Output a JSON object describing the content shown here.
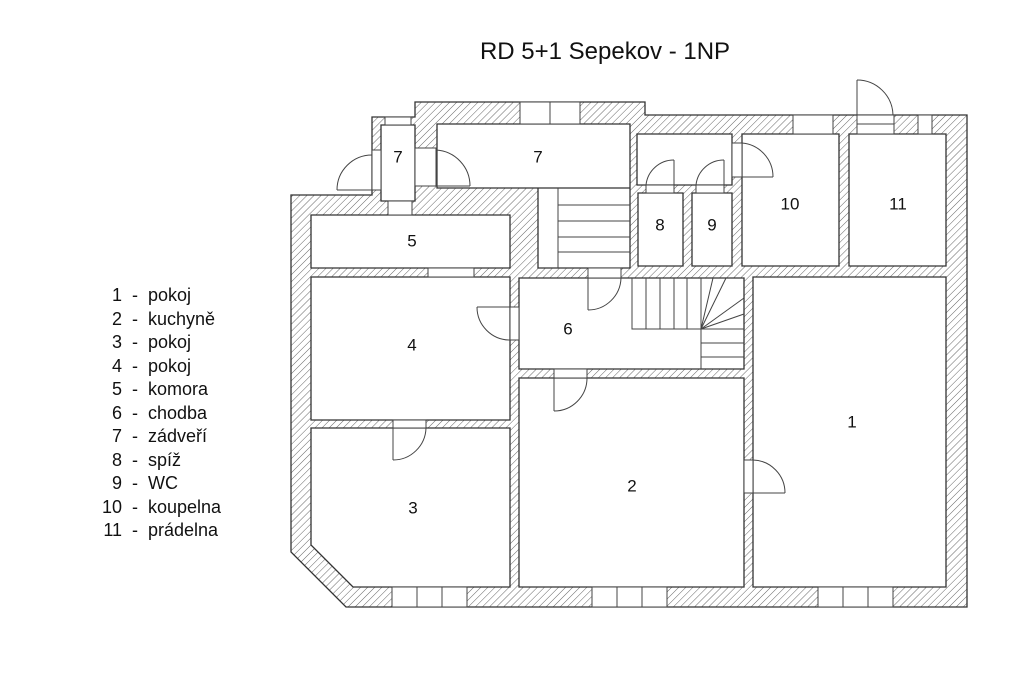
{
  "title": "RD 5+1 Sepekov - 1NP",
  "legend": [
    {
      "number": "1",
      "name": "pokoj"
    },
    {
      "number": "2",
      "name": "kuchyně"
    },
    {
      "number": "3",
      "name": "pokoj"
    },
    {
      "number": "4",
      "name": "pokoj"
    },
    {
      "number": "5",
      "name": "komora"
    },
    {
      "number": "6",
      "name": "chodba"
    },
    {
      "number": "7",
      "name": "zádveří"
    },
    {
      "number": "8",
      "name": "spíž"
    },
    {
      "number": "9",
      "name": "WC"
    },
    {
      "number": "10",
      "name": "koupelna"
    },
    {
      "number": "11",
      "name": "prádelna"
    }
  ],
  "legend_separator": "-",
  "rooms": {
    "r1": "1",
    "r2": "2",
    "r3": "3",
    "r4": "4",
    "r5": "5",
    "r6": "6",
    "r7a": "7",
    "r7b": "7",
    "r8": "8",
    "r9": "9",
    "r10": "10",
    "r11": "11"
  },
  "colors": {
    "line": "#333333",
    "hatch": "#555555",
    "background": "#ffffff"
  }
}
